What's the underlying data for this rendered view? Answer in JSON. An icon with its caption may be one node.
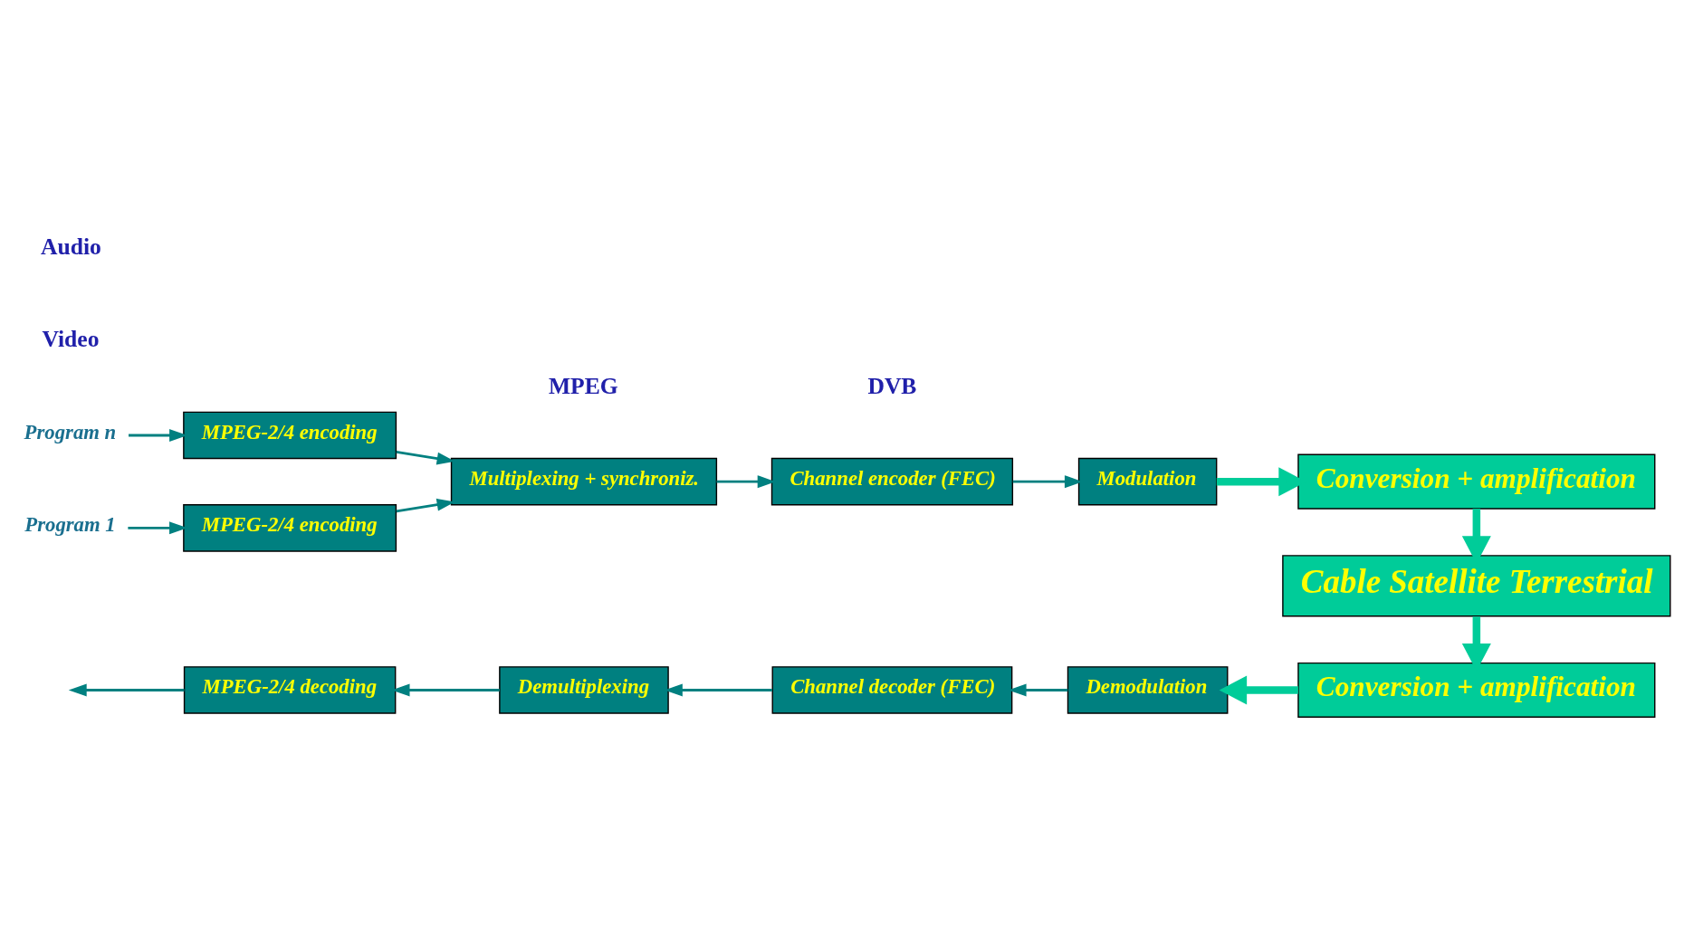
{
  "diagram": {
    "nodes": [
      {
        "text": [
          "Program 1"
        ]
      },
      {
        "text": [
          "MPEG-2/4 encoding"
        ]
      },
      {
        "text": [
          "Program n"
        ]
      },
      {
        "text": [
          "MPEG-2/4 encoding"
        ]
      },
      {
        "text": [
          "Multiplexing + synchroniz."
        ]
      },
      {
        "text": [
          "Channel encoder (FEC)"
        ]
      },
      {
        "text": [
          "Modulation"
        ]
      },
      {
        "text": [
          "Conversion + amplification"
        ]
      },
      {
        "text": [
          "Cable Satellite Terrestrial"
        ]
      },
      {
        "text": [
          "Conversion + amplification"
        ]
      },
      {
        "text": [
          "Demodulation"
        ]
      },
      {
        "text": [
          "Channel decoder (FEC)"
        ]
      },
      {
        "text": [
          "Demultiplexing"
        ]
      },
      {
        "text": [
          "MPEG-2/4 decoding"
        ]
      }
    ],
    "edges": [
      {
        "from": 0,
        "to": 1,
        "arrow": "to"
      },
      {
        "from": 2,
        "to": 3,
        "arrow": "to"
      },
      {
        "from": 1,
        "to": 4,
        "arrow": "to"
      },
      {
        "from": 3,
        "to": 4,
        "arrow": "to"
      },
      {
        "from": 4,
        "to": 5,
        "arrow": "to"
      },
      {
        "from": 5,
        "to": 6,
        "arrow": "to"
      },
      {
        "from": 6,
        "to": 7,
        "arrow": "to",
        "style": "thick",
        "color": "#00cc99"
      },
      {
        "from": 7,
        "to": 8,
        "arrow": "to",
        "style": "thick",
        "color": "#00cc99"
      },
      {
        "from": 8,
        "to": 9,
        "arrow": "to",
        "style": "thick",
        "color": "#00cc99"
      },
      {
        "from": 9,
        "to": 10,
        "arrow": "to",
        "style": "thick",
        "color": "#00cc99"
      },
      {
        "from": 10,
        "to": 11,
        "arrow": "to"
      },
      {
        "from": 11,
        "to": 12,
        "arrow": "to"
      },
      {
        "from": 12,
        "to": 13,
        "arrow": "to"
      },
      {
        "from": 13,
        "to": null,
        "arrow": "to"
      }
    ],
    "labels": [
      "DVB",
      "MPEG",
      "Video",
      "Audio"
    ]
  }
}
